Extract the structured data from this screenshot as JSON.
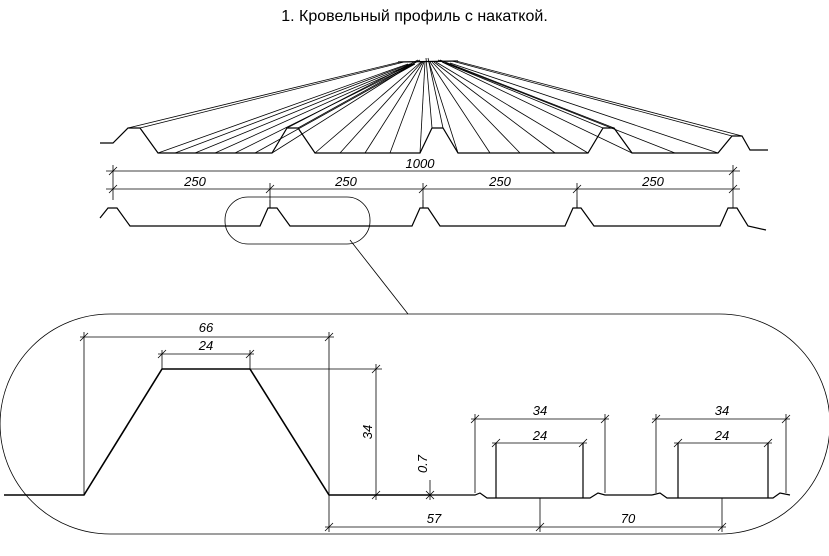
{
  "title": "1. Кровельный профиль с накаткой.",
  "overall_width": "1000",
  "segments": [
    "250",
    "250",
    "250",
    "250"
  ],
  "detail": {
    "top_outer": "66",
    "top_inner": "24",
    "height": "34",
    "thickness": "0.7",
    "rib_outer": "34",
    "rib_inner": "24",
    "rib2_outer": "34",
    "rib2_inner": "24",
    "spacing_a": "57",
    "spacing_b": "70"
  }
}
